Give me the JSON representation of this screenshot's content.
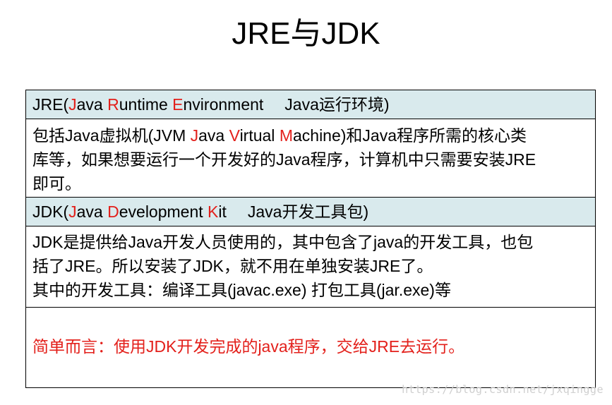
{
  "title": "JRE与JDK",
  "jre_header": {
    "prefix": "JRE(",
    "j_letter": "J",
    "j_rest": "ava ",
    "r_letter": "R",
    "r_rest": "untime ",
    "e_letter": "E",
    "e_rest": "nvironment",
    "suffix": "Java运行环境)"
  },
  "jre_body": {
    "line1_a": "包括Java虚拟机(JVM ",
    "line1_j": "J",
    "line1_j_rest": "ava ",
    "line1_v": "V",
    "line1_v_rest": "irtual ",
    "line1_m": "M",
    "line1_m_rest": "achine)和Java程序所需的核心类",
    "line2": "库等，如果想要运行一个开发好的Java程序，计算机中只需要安装JRE",
    "line3": "即可。"
  },
  "jdk_header": {
    "prefix": "JDK(",
    "j_letter": "J",
    "j_rest": "ava ",
    "d_letter": "D",
    "d_rest": "evelopment ",
    "k_letter": "K",
    "k_rest": "it",
    "suffix": "Java开发工具包)"
  },
  "jdk_body": {
    "line1": "JDK是提供给Java开发人员使用的，其中包含了java的开发工具，也包",
    "line2": "括了JRE。所以安装了JDK，就不用在单独安装JRE了。",
    "line3": "其中的开发工具：编译工具(javac.exe)  打包工具(jar.exe)等"
  },
  "summary": "简单而言：使用JDK开发完成的java程序，交给JRE去运行。",
  "watermark": "https://blog.csdn.net/jxqingge",
  "colors": {
    "accent_red": "#e3201b",
    "header_bg": "#d9eaed"
  }
}
